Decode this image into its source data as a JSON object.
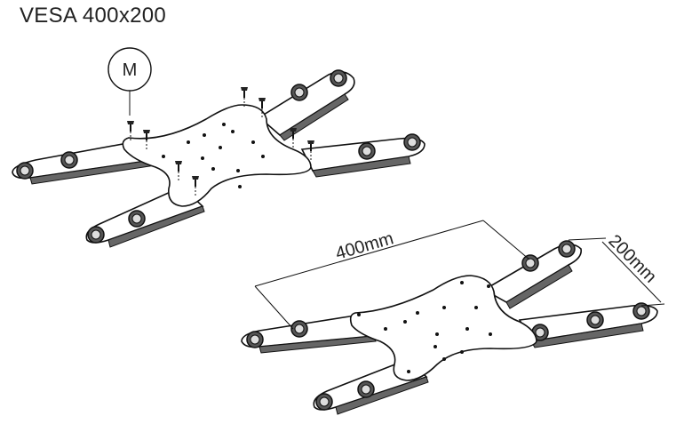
{
  "diagram": {
    "title": "VESA 400x200",
    "callout_letter": "M",
    "dimension_width": "400mm",
    "dimension_height": "200mm"
  }
}
